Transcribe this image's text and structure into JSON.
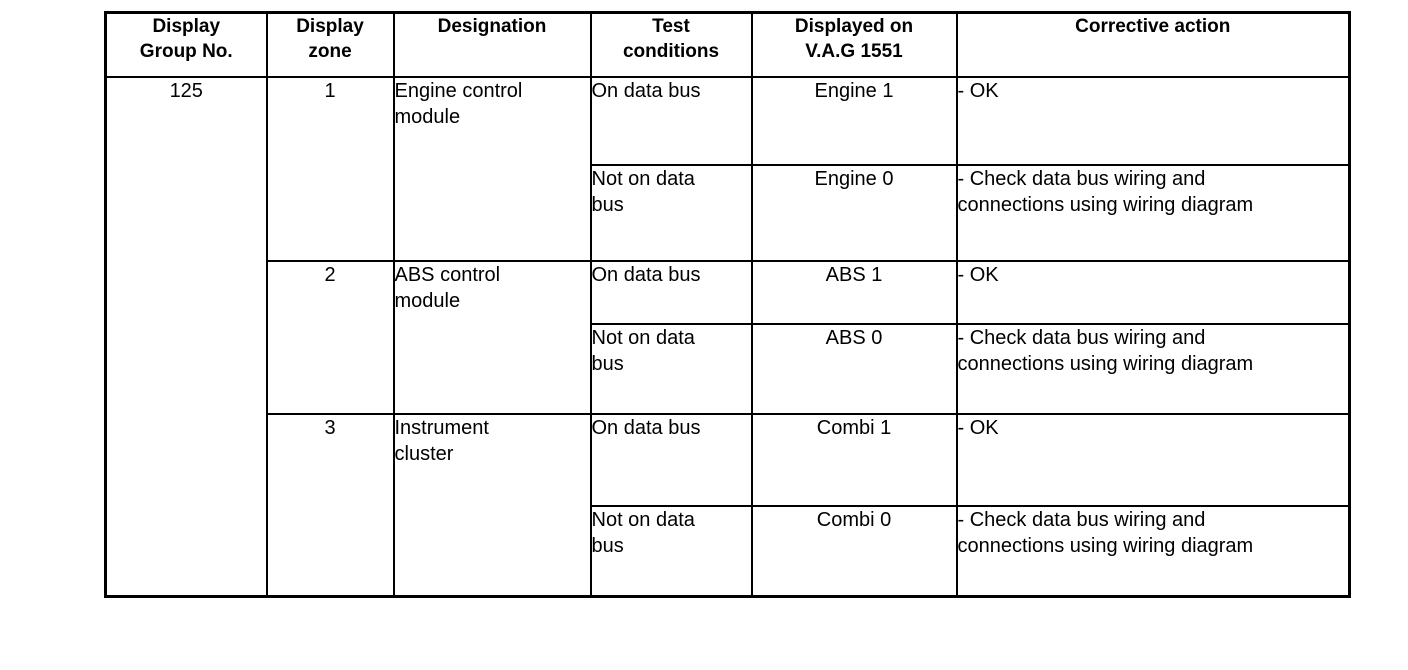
{
  "page": {
    "background_color": "#ffffff",
    "text_color": "#000000",
    "grid_color": "#000000"
  },
  "table": {
    "headers": [
      "Display Group No.",
      "Display zone",
      "Designation",
      "Test conditions",
      "Displayed on V.A.G 1551",
      "Corrective action"
    ],
    "display_group_no": "125",
    "zones": [
      {
        "zone": "1",
        "designation": "Engine control module",
        "conditions": [
          {
            "test_condition": "On data bus",
            "displayed": "Engine 1",
            "corrective_action": "- OK"
          },
          {
            "test_condition": "Not on data bus",
            "displayed": "Engine 0",
            "corrective_action": "- Check data bus wiring and connections using wiring diagram"
          }
        ]
      },
      {
        "zone": "2",
        "designation": "ABS control module",
        "conditions": [
          {
            "test_condition": "On data bus",
            "displayed": "ABS 1",
            "corrective_action": "- OK"
          },
          {
            "test_condition": "Not on data bus",
            "displayed": "ABS 0",
            "corrective_action": "- Check data bus wiring and connections using wiring diagram"
          }
        ]
      },
      {
        "zone": "3",
        "designation": "Instrument cluster",
        "conditions": [
          {
            "test_condition": "On data bus",
            "displayed": "Combi 1",
            "corrective_action": "- OK"
          },
          {
            "test_condition": "Not on data bus",
            "displayed": "Combi 0",
            "corrective_action": "- Check data bus wiring and connections using wiring diagram"
          }
        ]
      }
    ]
  }
}
